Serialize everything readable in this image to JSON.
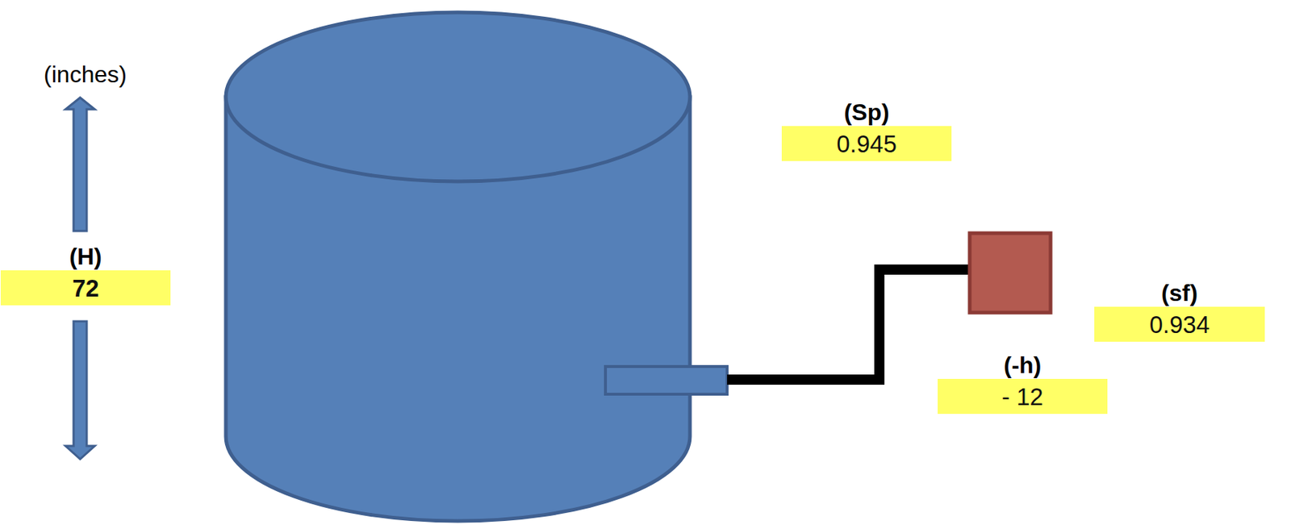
{
  "diagram": {
    "nodes": [
      {
        "text": [
          "(H)",
          "72"
        ]
      },
      {
        "text": [
          "(Sp)",
          "0.945"
        ]
      },
      {
        "text": [
          "(sf)",
          "0.934"
        ]
      },
      {
        "text": [
          "(-h)",
          "- 12"
        ]
      }
    ],
    "labels": [
      "(inches)"
    ]
  }
}
